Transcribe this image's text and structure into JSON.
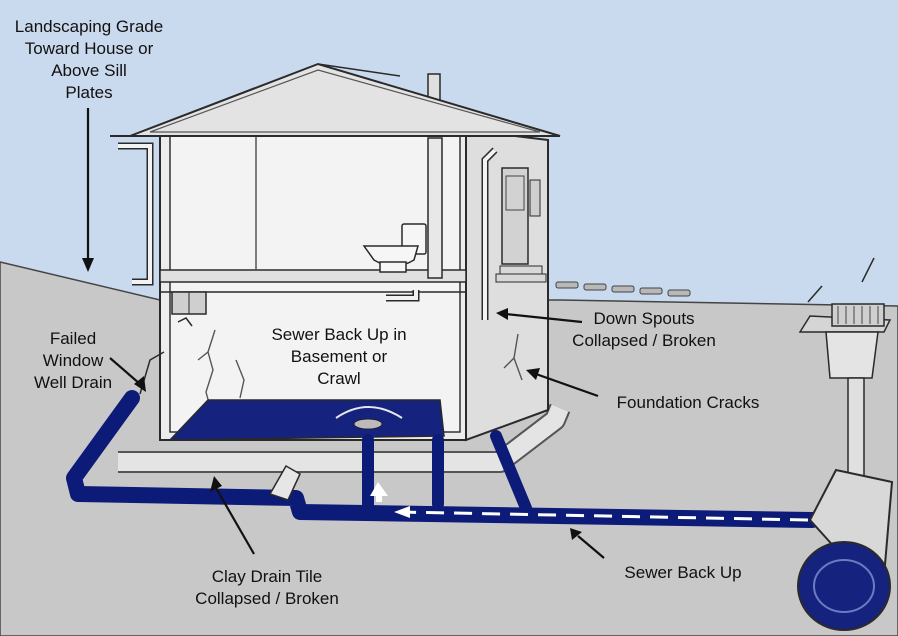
{
  "labels": {
    "landscaping": [
      "Landscaping Grade",
      "Toward House or",
      "Above Sill",
      "Plates"
    ],
    "failed_window": [
      "Failed",
      "Window",
      "Well Drain"
    ],
    "sewer_basement": [
      "Sewer Back Up in",
      "Basement or",
      "Crawl"
    ],
    "down_spouts": [
      "Down Spouts",
      "Collapsed / Broken"
    ],
    "foundation_cracks": [
      "Foundation Cracks"
    ],
    "clay_drain": [
      "Clay Drain Tile",
      "Collapsed / Broken"
    ],
    "sewer_backup": [
      "Sewer Back Up"
    ]
  },
  "colors": {
    "sky": "#c9d9ee",
    "ground": "#c8c8c8",
    "pipe": "#0c1a78",
    "water": "#15227e",
    "house": "#ececec",
    "house_dark": "#dedede",
    "line": "#2a2a2a"
  }
}
